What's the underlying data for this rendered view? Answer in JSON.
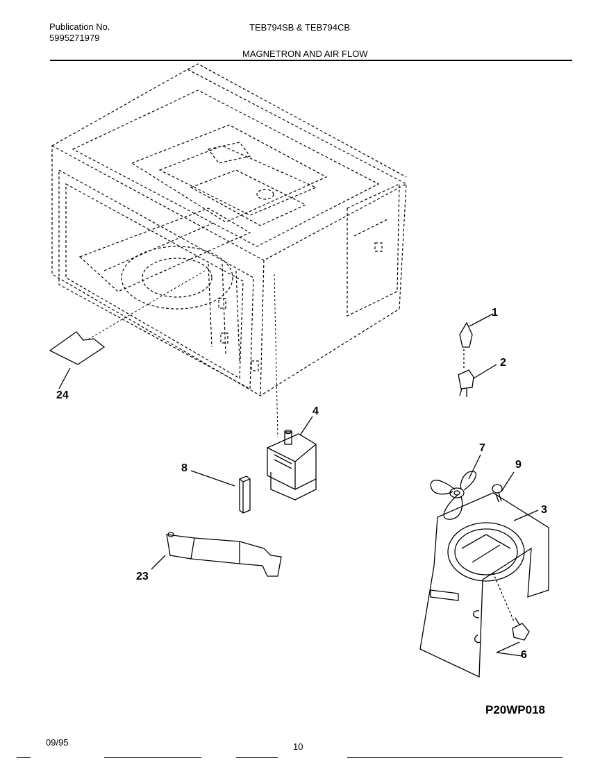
{
  "header": {
    "publication_label": "Publication No.",
    "publication_number": "5995271979",
    "models": "TEB794SB & TEB794CB",
    "section_title": "MAGNETRON AND AIR FLOW"
  },
  "callouts": {
    "c1": "1",
    "c2": "2",
    "c3": "3",
    "c4": "4",
    "c6": "6",
    "c7": "7",
    "c8": "8",
    "c9": "9",
    "c23": "23",
    "c24": "24"
  },
  "drawing_code": "P20WP018",
  "footer": {
    "date": "09/95",
    "page": "10"
  }
}
